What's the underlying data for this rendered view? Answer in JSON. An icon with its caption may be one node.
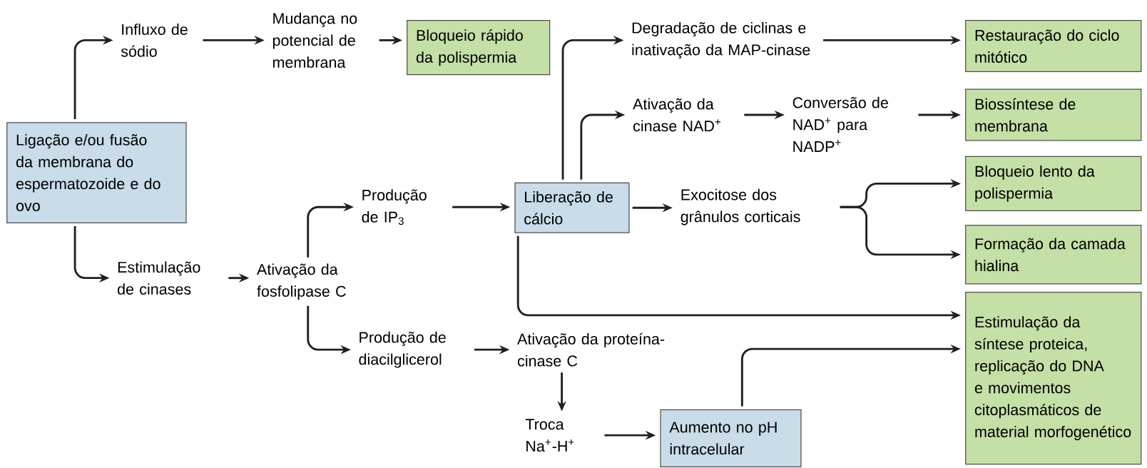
{
  "diagram": {
    "nodes": [
      {
        "text": [
          "Ligação e/ou fusão da membrana do espermatozoide e do ovo"
        ]
      },
      {
        "text": [
          "Influxo de sódio"
        ]
      },
      {
        "text": [
          "Mudança no potencial de membrana"
        ]
      },
      {
        "text": [
          "Bloqueio rápido da polispermia"
        ]
      },
      {
        "text": [
          "Degradação de ciclinas e inativação da MAP-cinase"
        ]
      },
      {
        "text": [
          "Restauração do ciclo mitótico"
        ]
      },
      {
        "text": [
          "Ativação da cinase NAD$^{+}$"
        ]
      },
      {
        "text": [
          "Conversão de NAD$^{+}$ para NADP$^{+}$"
        ]
      },
      {
        "text": [
          "Biossíntese de membrana"
        ]
      },
      {
        "text": [
          "Produção de IP$_{3}$"
        ]
      },
      {
        "text": [
          "Liberação de cálcio"
        ]
      },
      {
        "text": [
          "Exocitose dos grânulos corticais"
        ]
      },
      {
        "text": [
          "Bloqueio lento da polispermia"
        ]
      },
      {
        "text": [
          "Formação da camada hialina"
        ]
      },
      {
        "text": [
          "Estimulação de cinases"
        ]
      },
      {
        "text": [
          "Ativação da fosfolipase C"
        ]
      },
      {
        "text": [
          "Estimulação da síntese proteica, replicação do DNA e movimentos citoplasmáticos de material morfogenético"
        ]
      },
      {
        "text": [
          "Produção de diacilglicerol"
        ]
      },
      {
        "text": [
          "Ativação da proteína-cinase C"
        ]
      },
      {
        "text": [
          "Troca Na$^{+}$-H$^{+}$"
        ]
      },
      {
        "text": [
          "Aumento no pH intracelular"
        ]
      }
    ],
    "edges": [
      {
        "from": 0,
        "to": 1,
        "arrow": "to"
      },
      {
        "from": 1,
        "to": 2,
        "arrow": "to"
      },
      {
        "from": 2,
        "to": 3,
        "arrow": "to"
      },
      {
        "from": 10,
        "to": 4,
        "arrow": "to"
      },
      {
        "from": 4,
        "to": 5,
        "arrow": "to"
      },
      {
        "from": 10,
        "to": 6,
        "arrow": "to"
      },
      {
        "from": 6,
        "to": 7,
        "arrow": "to"
      },
      {
        "from": 7,
        "to": 8,
        "arrow": "to"
      },
      {
        "from": 9,
        "to": 10,
        "arrow": "to"
      },
      {
        "from": 10,
        "to": 11,
        "arrow": "to"
      },
      {
        "from": 11,
        "to": 12,
        "arrow": "to"
      },
      {
        "from": 11,
        "to": 13,
        "arrow": "to"
      },
      {
        "from": 10,
        "to": 16,
        "arrow": "to"
      },
      {
        "from": 0,
        "to": 14,
        "arrow": "to"
      },
      {
        "from": 14,
        "to": 15,
        "arrow": "to"
      },
      {
        "from": 15,
        "to": 9,
        "arrow": "to"
      },
      {
        "from": 15,
        "to": 17,
        "arrow": "to"
      },
      {
        "from": 17,
        "to": 18,
        "arrow": "to"
      },
      {
        "from": 18,
        "to": 19,
        "arrow": "to"
      },
      {
        "from": 19,
        "to": 20,
        "arrow": "to"
      },
      {
        "from": 20,
        "to": 16,
        "arrow": "to"
      }
    ]
  }
}
